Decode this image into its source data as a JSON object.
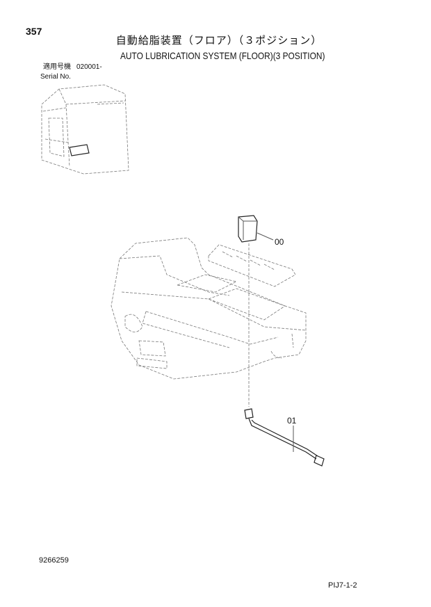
{
  "header": {
    "page_number": "357",
    "title_jp": "自動給脂装置（フロア）（３ポジション）",
    "title_en": "AUTO LUBRICATION SYSTEM (FLOOR)(3 POSITION)",
    "serial_label_jp": "適用号機",
    "serial_value": "020001-",
    "serial_label_en": "Serial No."
  },
  "diagram": {
    "callouts": [
      {
        "label": "00",
        "part": "switch"
      },
      {
        "label": "01",
        "part": "harness"
      }
    ]
  },
  "footer": {
    "document_number": "9266259",
    "figure_code": "PIJ7-1-2"
  }
}
